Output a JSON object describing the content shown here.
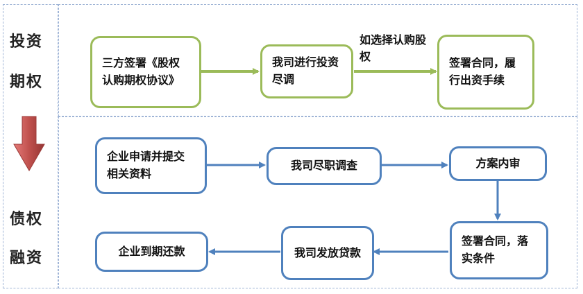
{
  "labels": {
    "top": [
      "投资",
      "期权"
    ],
    "bottom": [
      "债权",
      "融资"
    ]
  },
  "equity_flow": {
    "step1": "三方签署《股权认购期权协议》",
    "step2": "我司进行投资尽调",
    "condition": "如选择认购股权",
    "step3": "签署合同，履行出资手续"
  },
  "debt_flow": {
    "step1": "企业申请并提交相关资料",
    "step2": "我司尽职调查",
    "step3": "方案内审",
    "step4": "签署合同，落实条件",
    "step5": "我司发放贷款",
    "step6": "企业到期还款"
  },
  "colors": {
    "equity_accent": "#9bbb59",
    "debt_accent": "#4f81bd",
    "down_arrow": "#c0504d",
    "dashed_frame": "#9fb4d6"
  }
}
